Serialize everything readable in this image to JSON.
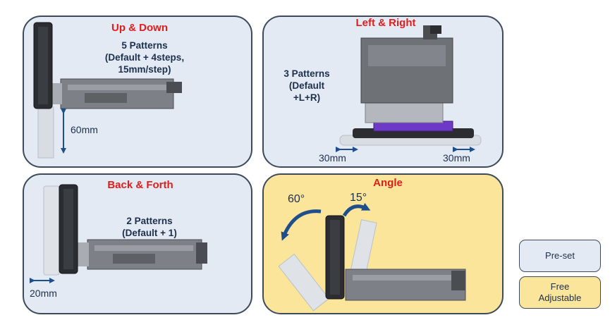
{
  "colors": {
    "preset_fill": "#e3eaf3",
    "free_fill": "#fbe59a",
    "title_red": "#e01d1d",
    "text_navy": "#1c2f4d",
    "arrow_blue": "#1f4e8c"
  },
  "panels": {
    "up_down": {
      "title": "Up & Down",
      "desc": "5 Patterns\n(Default + 4steps,\n15mm/step)",
      "measure": "60mm",
      "mode": "Pre-set"
    },
    "left_right": {
      "title": "Left & Right",
      "desc": "3 Patterns\n(Default\n+L+R)",
      "measure_left": "30mm",
      "measure_right": "30mm",
      "mode": "Pre-set"
    },
    "back_forth": {
      "title": "Back & Forth",
      "desc": "2 Patterns\n(Default + 1)",
      "measure": "20mm",
      "mode": "Pre-set"
    },
    "angle": {
      "title": "Angle",
      "angle_back": "60°",
      "angle_forward": "15°",
      "mode": "Free Adjustable"
    }
  },
  "legend": {
    "preset": "Pre-set",
    "free": "Free\nAdjustable"
  }
}
